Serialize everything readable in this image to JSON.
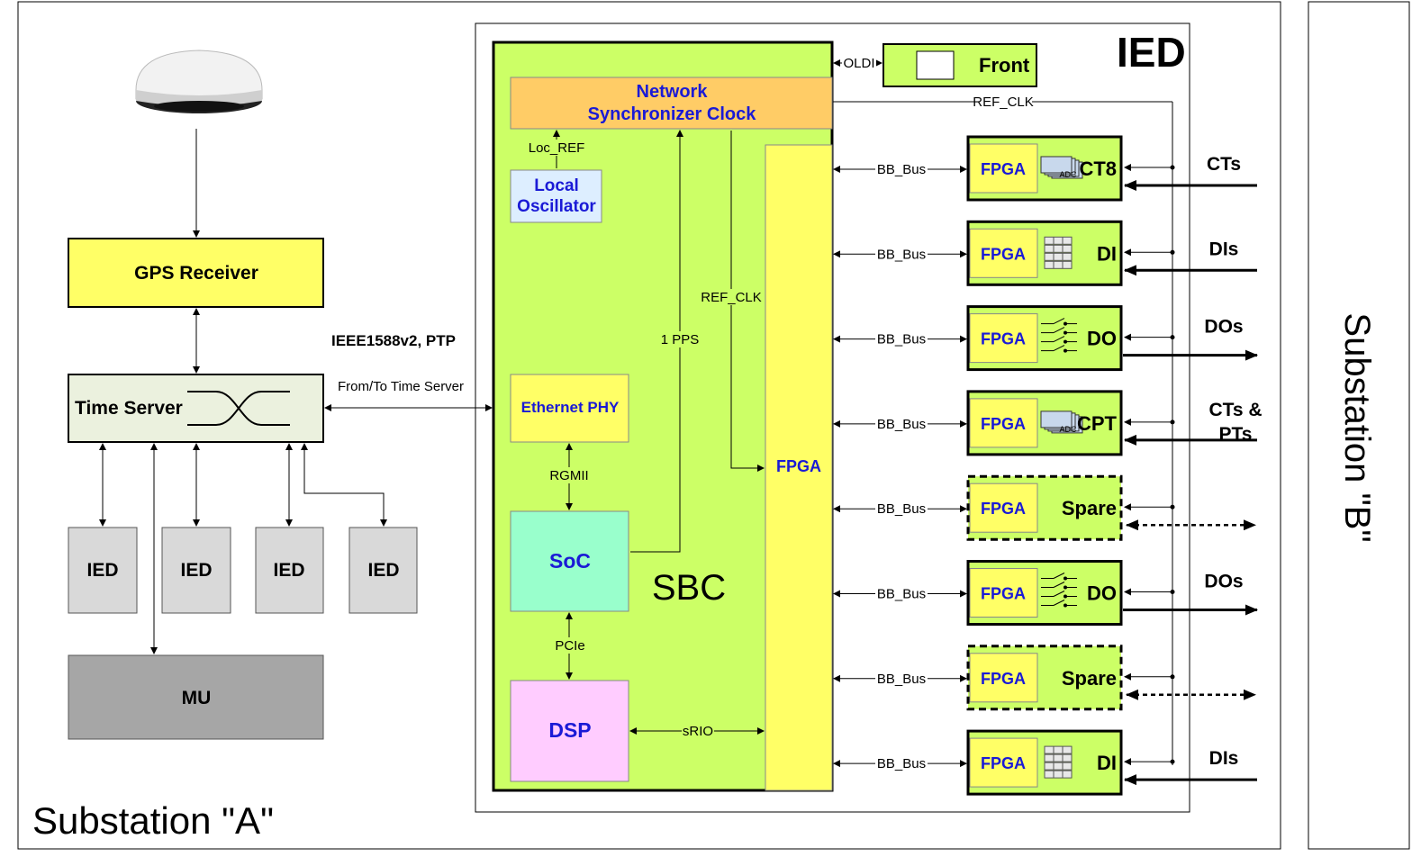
{
  "substation_a": "Substation \"A\"",
  "substation_b": "Substation \"B\"",
  "left": {
    "gps_receiver": "GPS Receiver",
    "ptp_label": "IEEE1588v2, PTP",
    "time_server": "Time Server",
    "from_to_time_server": "From/To Time Server",
    "ied_boxes": [
      "IED",
      "IED",
      "IED",
      "IED"
    ],
    "mu": "MU"
  },
  "ied": {
    "title": "IED",
    "front": "Front",
    "oldi": "OLDI",
    "ref_clk_top": "REF_CLK",
    "sbc": "SBC",
    "network_clock_line1": "Network",
    "network_clock_line2": "Synchronizer Clock",
    "loc_ref": "Loc_REF",
    "local_osc_line1": "Local",
    "local_osc_line2": "Oscillator",
    "ref_clk": "REF_CLK",
    "pps": "1 PPS",
    "ethernet_phy": "Ethernet PHY",
    "rgmii": "RGMII",
    "soc": "SoC",
    "pcie": "PCIe",
    "dsp": "DSP",
    "srio": "sRIO",
    "fpga_main": "FPGA",
    "bus_label": "BB_Bus",
    "cards": [
      {
        "fpga": "FPGA",
        "name": "CT8",
        "icon": "adc",
        "io_label": "CTs",
        "dir": "in",
        "dashed": false
      },
      {
        "fpga": "FPGA",
        "name": "DI",
        "icon": "grid",
        "io_label": "DIs",
        "dir": "in",
        "dashed": false
      },
      {
        "fpga": "FPGA",
        "name": "DO",
        "icon": "switch",
        "io_label": "DOs",
        "dir": "out",
        "dashed": false
      },
      {
        "fpga": "FPGA",
        "name": "CPT",
        "icon": "adc",
        "io_label": "CTs & PTs",
        "dir": "in",
        "dashed": false
      },
      {
        "fpga": "FPGA",
        "name": "Spare",
        "icon": "none",
        "io_label": "",
        "dir": "bi",
        "dashed": true
      },
      {
        "fpga": "FPGA",
        "name": "DO",
        "icon": "switch",
        "io_label": "DOs",
        "dir": "out",
        "dashed": false
      },
      {
        "fpga": "FPGA",
        "name": "Spare",
        "icon": "none",
        "io_label": "",
        "dir": "bi",
        "dashed": true
      },
      {
        "fpga": "FPGA",
        "name": "DI",
        "icon": "grid",
        "io_label": "DIs",
        "dir": "in",
        "dashed": false
      }
    ],
    "adc_label": "ADC"
  },
  "colors": {
    "green": "#ccff66",
    "yellow": "#ffff66",
    "orange": "#ffcc66",
    "light_blue": "#ddeeff",
    "mint": "#99ffcc",
    "pink": "#ffccff",
    "gray": "#999999",
    "light_gray": "#d9d9d9",
    "text_blue": "#1a1ad6"
  }
}
